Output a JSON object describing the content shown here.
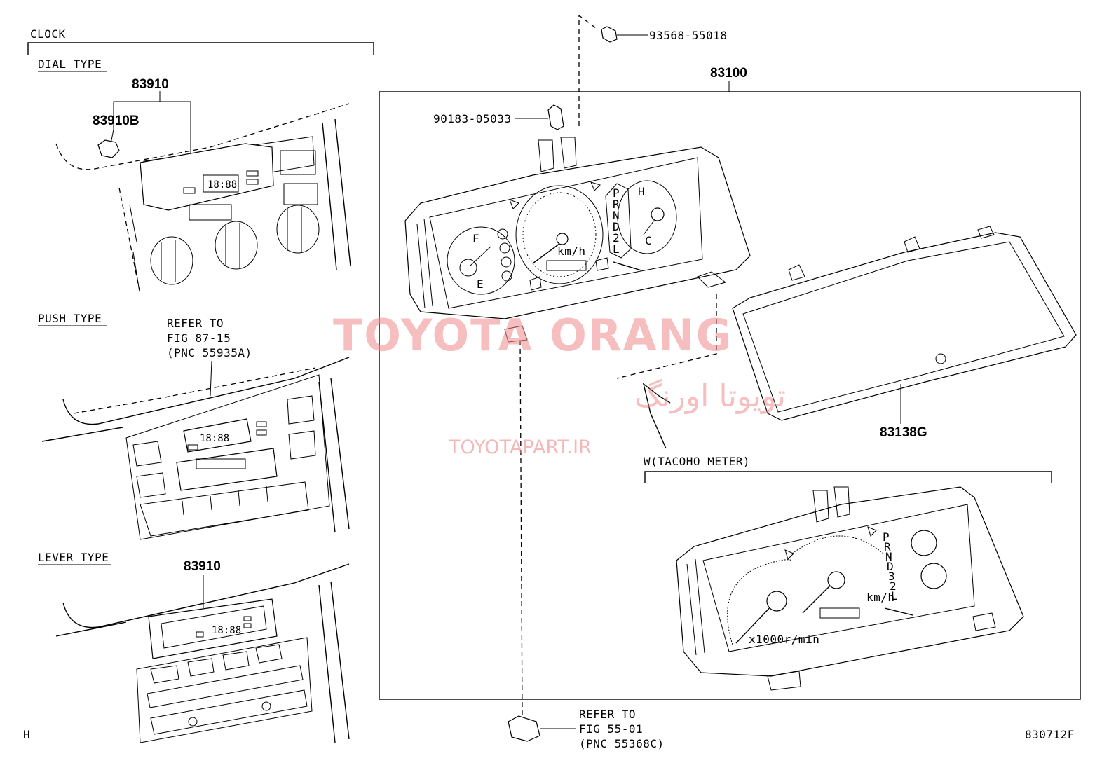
{
  "section_clock": {
    "title": "CLOCK"
  },
  "dial_type": {
    "label": "DIAL TYPE",
    "part_main": "83910",
    "part_sub": "83910B",
    "display": "18:88"
  },
  "push_type": {
    "label": "PUSH TYPE",
    "refer_1": "REFER TO",
    "refer_2": "FIG 87-15",
    "refer_3": "(PNC 55935A)",
    "display": "18:88"
  },
  "lever_type": {
    "label": "LEVER TYPE",
    "part_main": "83910",
    "display": "18:88"
  },
  "meter": {
    "part_main": "83100",
    "screw": "93568-55018",
    "clip": "90183-05033",
    "lens": "83138G",
    "speed_unit": "km/h",
    "tacho_label": "W(TACOHO METER)",
    "tacho_unit": "x1000r/min",
    "gear_letters": [
      "P",
      "R",
      "N",
      "D",
      "2",
      "L"
    ],
    "gear_letters_tacho": [
      "P",
      "R",
      "N",
      "D",
      "3",
      "2",
      "L"
    ],
    "gauge_fuel": [
      "F",
      "E"
    ],
    "gauge_temp": [
      "H",
      "C"
    ]
  },
  "bottom_refer": {
    "line_1": "REFER TO",
    "line_2": "FIG 55-01",
    "line_3": "(PNC 55368C)"
  },
  "corner_left": "H",
  "figure_code": "830712F",
  "watermark": {
    "brand": "TOYOTA ORANG",
    "brand_fa": "تویوتا اورنگ",
    "url": "TOYOTAPART.IR"
  },
  "colors": {
    "watermark": "#f08a8a",
    "ink": "#000000"
  }
}
